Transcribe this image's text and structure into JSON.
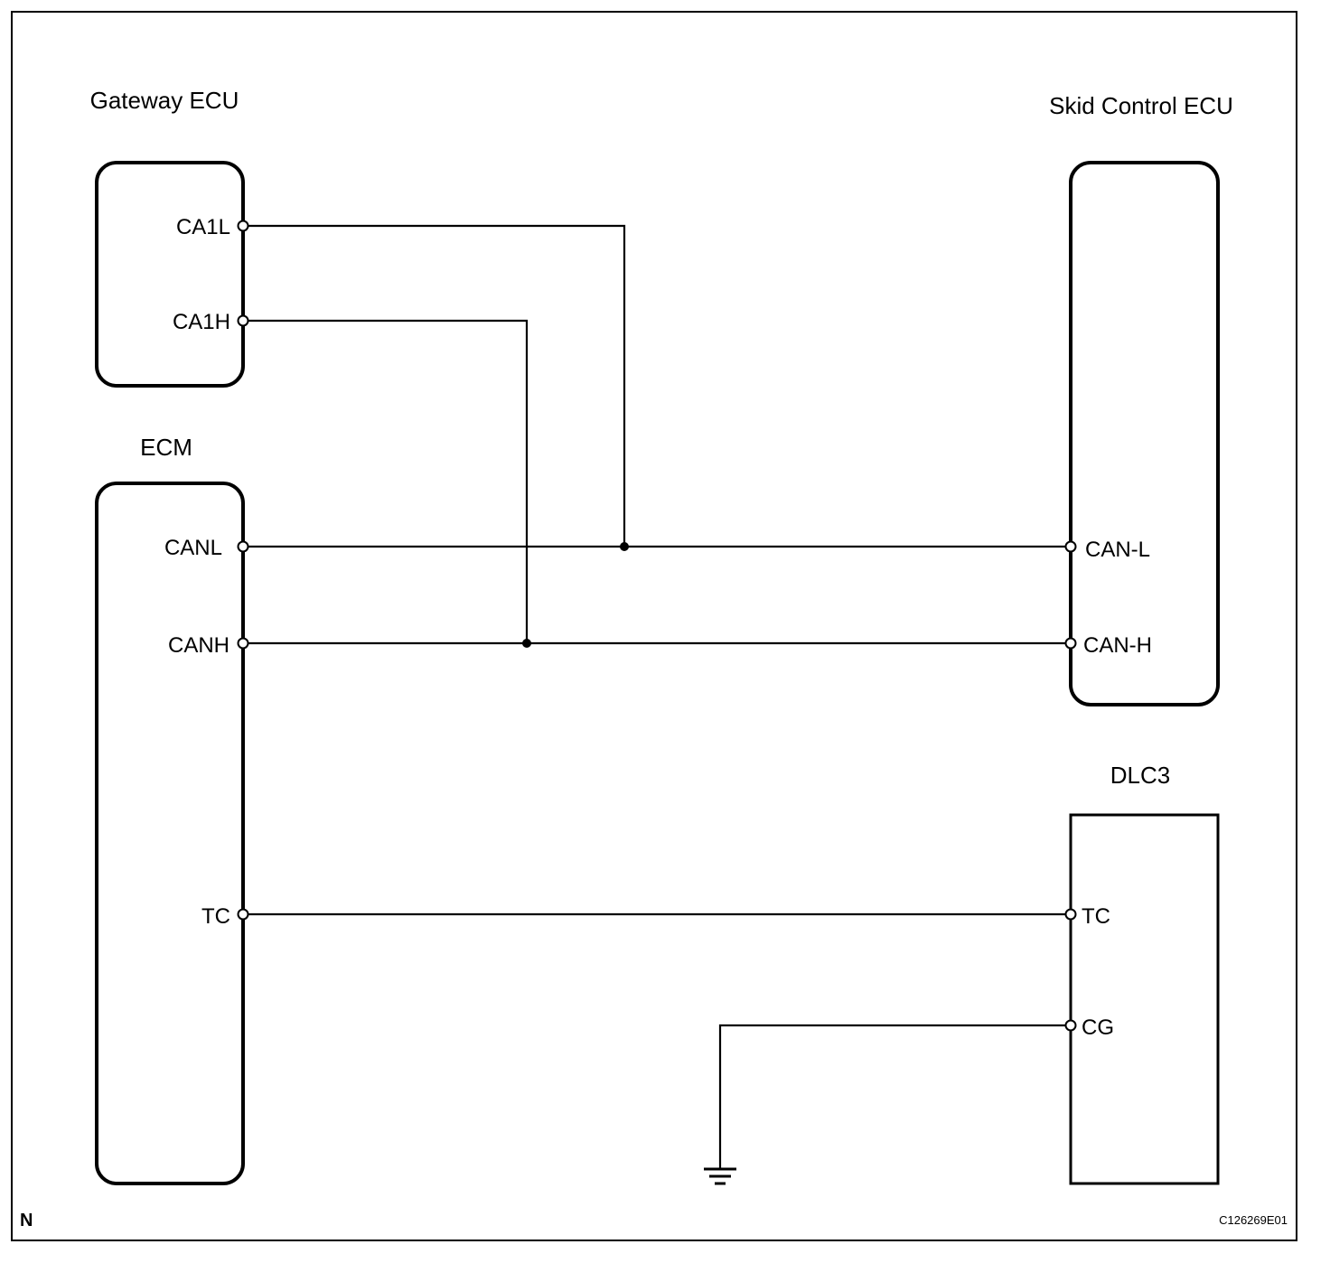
{
  "components": {
    "gateway": {
      "title": "Gateway ECU",
      "pins": {
        "ca1l": "CA1L",
        "ca1h": "CA1H"
      }
    },
    "skid": {
      "title": "Skid Control ECU",
      "pins": {
        "canl": "CAN-L",
        "canh": "CAN-H"
      }
    },
    "ecm": {
      "title": "ECM",
      "pins": {
        "canl": "CANL",
        "canh": "CANH",
        "tc": "TC"
      }
    },
    "dlc3": {
      "title": "DLC3",
      "pins": {
        "tc": "TC",
        "cg": "CG"
      }
    }
  },
  "footer": {
    "corner_mark": "N",
    "figure_code": "C126269E01"
  }
}
